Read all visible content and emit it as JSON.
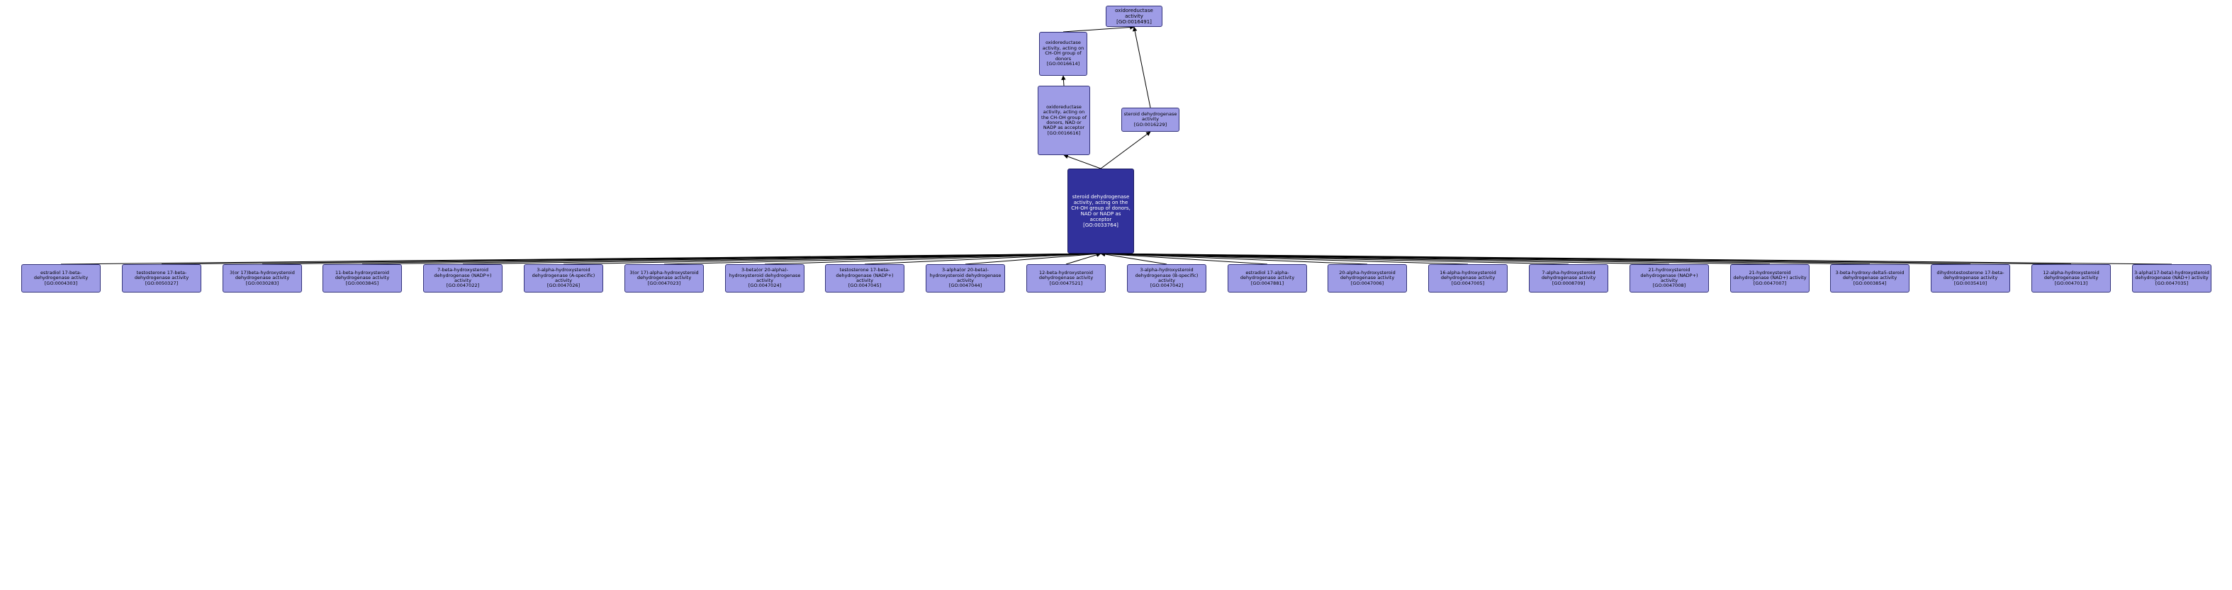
{
  "colors": {
    "background": "#ffffff",
    "node_fill": "#9e9ce6",
    "node_border": "#33337a",
    "node_text": "#000000",
    "selected_fill": "#31319c",
    "selected_border": "#1a1a5e",
    "selected_text": "#ffffff",
    "edge": "#000000"
  },
  "nodes": [
    {
      "id": "GO:0016491",
      "name": "oxidoreductase activity",
      "id_label": "[GO:0016491]"
    },
    {
      "id": "GO:0016614",
      "name": "oxidoreductase activity, acting on CH-OH group of donors",
      "id_label": "[GO:0016614]"
    },
    {
      "id": "GO:0016616",
      "name": "oxidoreductase activity, acting on the CH-OH group of donors, NAD or NADP as acceptor",
      "id_label": "[GO:0016616]"
    },
    {
      "id": "GO:0016229",
      "name": "steroid dehydrogenase activity",
      "id_label": "[GO:0016229]"
    },
    {
      "id": "GO:0033764",
      "name": "steroid dehydrogenase activity, acting on the CH-OH group of donors, NAD or NADP as acceptor",
      "id_label": "[GO:0033764]",
      "selected": true
    },
    {
      "id": "GO:0004303",
      "name": "estradiol 17-beta-dehydrogenase activity",
      "id_label": "[GO:0004303]"
    },
    {
      "id": "GO:0050327",
      "name": "testosterone 17-beta-dehydrogenase activity",
      "id_label": "[GO:0050327]"
    },
    {
      "id": "GO:0030283",
      "name": "3(or 17)beta-hydroxysteroid dehydrogenase activity",
      "id_label": "[GO:0030283]"
    },
    {
      "id": "GO:0003845",
      "name": "11-beta-hydroxysteroid dehydrogenase activity",
      "id_label": "[GO:0003845]"
    },
    {
      "id": "GO:0047022",
      "name": "7-beta-hydroxysteroid dehydrogenase (NADP+) activity",
      "id_label": "[GO:0047022]"
    },
    {
      "id": "GO:0047026",
      "name": "3-alpha-hydroxysteroid dehydrogenase (A-specific) activity",
      "id_label": "[GO:0047026]"
    },
    {
      "id": "GO:0047023",
      "name": "3(or 17)-alpha-hydroxysteroid dehydrogenase activity",
      "id_label": "[GO:0047023]"
    },
    {
      "id": "GO:0047024",
      "name": "3-beta(or 20-alpha)-hydroxysteroid dehydrogenase activity",
      "id_label": "[GO:0047024]"
    },
    {
      "id": "GO:0047045",
      "name": "testosterone 17-beta-dehydrogenase (NADP+) activity",
      "id_label": "[GO:0047045]"
    },
    {
      "id": "GO:0047044",
      "name": "3-alpha(or 20-beta)-hydroxysteroid dehydrogenase activity",
      "id_label": "[GO:0047044]"
    },
    {
      "id": "GO:0047521",
      "name": "12-beta-hydroxysteroid dehydrogenase activity",
      "id_label": "[GO:0047521]"
    },
    {
      "id": "GO:0047042",
      "name": "3-alpha-hydroxysteroid dehydrogenase (B-specific) activity",
      "id_label": "[GO:0047042]"
    },
    {
      "id": "GO:0047881",
      "name": "estradiol 17-alpha-dehydrogenase activity",
      "id_label": "[GO:0047881]"
    },
    {
      "id": "GO:0047006",
      "name": "20-alpha-hydroxysteroid dehydrogenase activity",
      "id_label": "[GO:0047006]"
    },
    {
      "id": "GO:0047005",
      "name": "16-alpha-hydroxysteroid dehydrogenase activity",
      "id_label": "[GO:0047005]"
    },
    {
      "id": "GO:0008709",
      "name": "7-alpha-hydroxysteroid dehydrogenase activity",
      "id_label": "[GO:0008709]"
    },
    {
      "id": "GO:0047008",
      "name": "21-hydroxysteroid dehydrogenase (NADP+) activity",
      "id_label": "[GO:0047008]"
    },
    {
      "id": "GO:0047007",
      "name": "21-hydroxysteroid dehydrogenase (NAD+) activity",
      "id_label": "[GO:0047007]"
    },
    {
      "id": "GO:0003854",
      "name": "3-beta-hydroxy-delta5-steroid dehydrogenase activity",
      "id_label": "[GO:0003854]"
    },
    {
      "id": "GO:0035410",
      "name": "dihydrotestosterone 17-beta-dehydrogenase activity",
      "id_label": "[GO:0035410]"
    },
    {
      "id": "GO:0047013",
      "name": "12-alpha-hydroxysteroid dehydrogenase activity",
      "id_label": "[GO:0047013]"
    },
    {
      "id": "GO:0047035",
      "name": "3-alpha(17-beta)-hydroxysteroid dehydrogenase (NAD+) activity",
      "id_label": "[GO:0047035]"
    }
  ],
  "edges": [
    {
      "child": "GO:0016614",
      "parent": "GO:0016491"
    },
    {
      "child": "GO:0016616",
      "parent": "GO:0016614"
    },
    {
      "child": "GO:0016229",
      "parent": "GO:0016491"
    },
    {
      "child": "GO:0033764",
      "parent": "GO:0016616"
    },
    {
      "child": "GO:0033764",
      "parent": "GO:0016229"
    },
    {
      "child": "GO:0004303",
      "parent": "GO:0033764"
    },
    {
      "child": "GO:0050327",
      "parent": "GO:0033764"
    },
    {
      "child": "GO:0030283",
      "parent": "GO:0033764"
    },
    {
      "child": "GO:0003845",
      "parent": "GO:0033764"
    },
    {
      "child": "GO:0047022",
      "parent": "GO:0033764"
    },
    {
      "child": "GO:0047026",
      "parent": "GO:0033764"
    },
    {
      "child": "GO:0047023",
      "parent": "GO:0033764"
    },
    {
      "child": "GO:0047024",
      "parent": "GO:0033764"
    },
    {
      "child": "GO:0047045",
      "parent": "GO:0033764"
    },
    {
      "child": "GO:0047044",
      "parent": "GO:0033764"
    },
    {
      "child": "GO:0047521",
      "parent": "GO:0033764"
    },
    {
      "child": "GO:0047042",
      "parent": "GO:0033764"
    },
    {
      "child": "GO:0047881",
      "parent": "GO:0033764"
    },
    {
      "child": "GO:0047006",
      "parent": "GO:0033764"
    },
    {
      "child": "GO:0047005",
      "parent": "GO:0033764"
    },
    {
      "child": "GO:0008709",
      "parent": "GO:0033764"
    },
    {
      "child": "GO:0047008",
      "parent": "GO:0033764"
    },
    {
      "child": "GO:0047007",
      "parent": "GO:0033764"
    },
    {
      "child": "GO:0003854",
      "parent": "GO:0033764"
    },
    {
      "child": "GO:0035410",
      "parent": "GO:0033764"
    },
    {
      "child": "GO:0047013",
      "parent": "GO:0033764"
    },
    {
      "child": "GO:0047035",
      "parent": "GO:0033764"
    }
  ]
}
